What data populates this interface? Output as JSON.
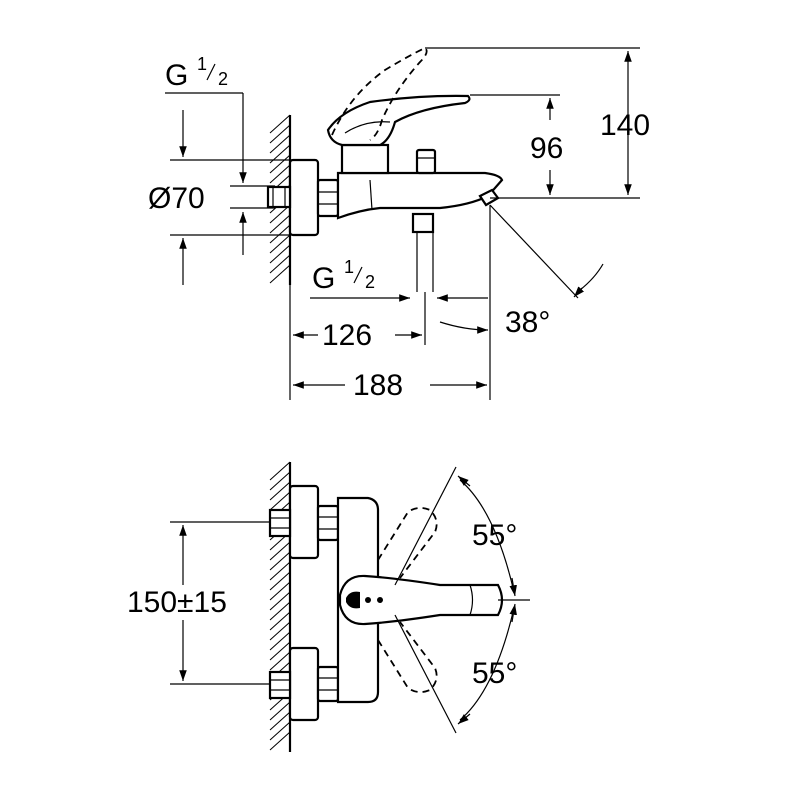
{
  "side_view": {
    "thread_top": {
      "base": "G",
      "num": "1",
      "den": "2"
    },
    "thread_bottom": {
      "base": "G",
      "num": "1",
      "den": "2"
    },
    "diameter": "Ø70",
    "height_140": "140",
    "height_96": "96",
    "width_126": "126",
    "width_188": "188",
    "angle": "38°"
  },
  "top_view": {
    "centers": "150±15",
    "angle_up": "55°",
    "angle_down": "55°"
  }
}
